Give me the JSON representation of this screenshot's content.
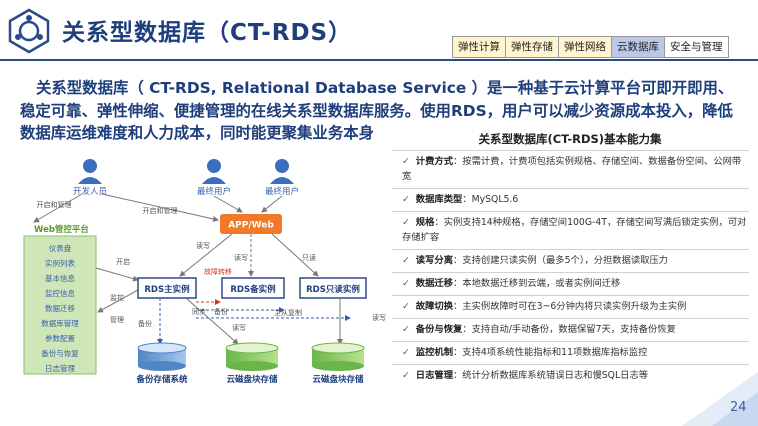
{
  "header": {
    "title": "关系型数据库（CT-RDS）",
    "tabs": [
      {
        "label": "弹性计算",
        "active": false
      },
      {
        "label": "弹性存储",
        "active": false
      },
      {
        "label": "弹性网络",
        "active": false
      },
      {
        "label": "云数据库",
        "active": true
      },
      {
        "label": "安全与管理",
        "active": false
      }
    ]
  },
  "intro": "关系型数据库（ CT-RDS, Relational Database Service ）是一种基于云计算平台可即开即用、稳定可靠、弹性伸缩、便捷管理的在线关系型数据库服务。使用RDS，用户可以减少资源成本投入，降低数据库运维难度和人力成本，同时能更聚集业务本身",
  "capabilities": {
    "title": "关系型数据库(CT-RDS)基本能力集",
    "items": [
      {
        "name": "计费方式",
        "text": "：按需计费，计费项包括实例规格、存储空间、数据备份空间、公网带宽"
      },
      {
        "name": "数据库类型",
        "text": "：MySQL5.6"
      },
      {
        "name": "规格",
        "text": "：实例支持14种规格，存储空间100G-4T，存储空间写满后锁定实例，可对存储扩容"
      },
      {
        "name": "读写分离",
        "text": "：支持创建只读实例（最多5个），分担数据读取压力"
      },
      {
        "name": "数据迁移",
        "text": "：本地数据迁移到云端，或者实例间迁移"
      },
      {
        "name": "故障切换",
        "text": "：主实例故障时可在3~6分钟内将只读实例升级为主实例"
      },
      {
        "name": "备份与恢复",
        "text": "：支持自动/手动备份，数据保留7天，支持备份恢复"
      },
      {
        "name": "监控机制",
        "text": "：支持4项系统性能指标和11项数据库指标监控"
      },
      {
        "name": "日志管理",
        "text": "：统计分析数据库系统错误日志和慢SQL日志等"
      }
    ]
  },
  "diagram": {
    "users": {
      "developer": "开发人员",
      "end_user_1": "最终用户",
      "end_user_2": "最终用户"
    },
    "app_web": "APP/Web",
    "web_platform": {
      "title": "Web管控平台",
      "items": [
        "仪表盘",
        "实例列表",
        "基本信息",
        "监控信息",
        "数据迁移",
        "数据库管理",
        "参数配置",
        "备份与恢复",
        "日志管理"
      ]
    },
    "instances": {
      "master": "RDS主实例",
      "standby": "RDS备实例",
      "readonly": "RDS只读实例"
    },
    "storage": {
      "backup": "备份存储系统",
      "cloud1": "云磁盘块存储",
      "cloud2": "云磁盘块存储"
    },
    "labels": {
      "open_manage_1": "开启和管理",
      "open_manage_2": "开启和管理",
      "readwrite_1": "读写",
      "readwrite_2": "读写",
      "readwrite_3": "读写",
      "readwrite_4": "读写",
      "readonly_label": "只读",
      "open": "开启",
      "monitor": "监控",
      "manage": "管理",
      "backup_1": "备份",
      "backup_2": "备份",
      "failover": "故障转移",
      "sync": "同步",
      "replication": "主从复制"
    }
  },
  "page_number": "24",
  "colors": {
    "brand_blue": "#1f3e7c",
    "accent_blue": "#3a5fa8",
    "orange": "#f07a2a",
    "green": "#5a9a2a",
    "red": "#d9342b"
  }
}
